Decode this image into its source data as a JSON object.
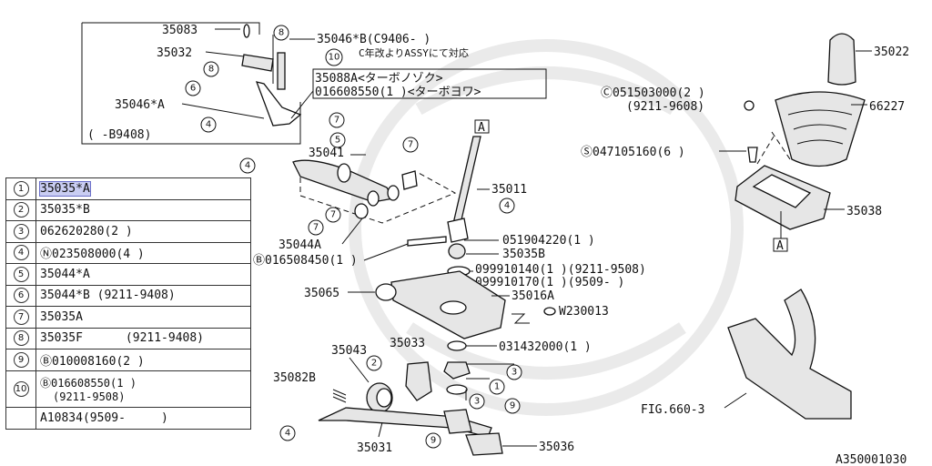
{
  "legend": {
    "rows": [
      {
        "idx": "1",
        "text": "35035*A",
        "highlight": true
      },
      {
        "idx": "2",
        "text": "35035*B"
      },
      {
        "idx": "3",
        "text": "062620280(2 )"
      },
      {
        "idx": "4",
        "text": "Ⓝ023508000(4 )"
      },
      {
        "idx": "5",
        "text": "35044*A"
      },
      {
        "idx": "6",
        "text": "35044*B (9211-9408)"
      },
      {
        "idx": "7",
        "text": "35035A"
      },
      {
        "idx": "8",
        "text": "35035F      (9211-9408)"
      },
      {
        "idx": "9",
        "text": "Ⓑ010008160(2 )"
      }
    ],
    "row10": {
      "idx": "10",
      "line1": "Ⓑ016608550(1 )",
      "line2": "(9211-9508)"
    },
    "last_row": "A10834(9509-     )"
  },
  "labels": {
    "p35083": "35083",
    "p35032": "35032",
    "p35046b": "35046*B(C9406-  )",
    "p35046b_note": "C年改よりASSYにて対応",
    "p35046a": "35046*A",
    "b9408": "(  -B9408)",
    "p35088a": "35088A<ターボノゾク>",
    "p016608550": "016608550(1  )<ターボヨワ>",
    "p35041": "35041",
    "p35044a": "35044A",
    "p016508450": "Ⓑ016508450(1  )",
    "p35011": "35011",
    "p051904220": "051904220(1  )",
    "p35035b": "35035B",
    "p099910140": "099910140(1 )(9211-9508)",
    "p099910170": "099910170(1 )(9509-       )",
    "p35065": "35065",
    "p35016a": "35016A",
    "pw230013": "W230013",
    "p031432000": "031432000(1  )",
    "p35043": "35043",
    "p35033": "35033",
    "p35082b": "35082B",
    "p35031": "35031",
    "p35036": "35036",
    "p35022": "35022",
    "p051503000": "Ⓒ051503000(2  )",
    "p9211_9608": "(9211-9608)",
    "p66227": "66227",
    "p047105160": "Ⓢ047105160(6  )",
    "p35038": "35038",
    "fig": "FIG.660-3",
    "ref_a": "A",
    "drawing_id": "A350001030"
  },
  "callouts": [
    "1",
    "2",
    "3",
    "4",
    "5",
    "6",
    "7",
    "8",
    "9",
    "10"
  ]
}
